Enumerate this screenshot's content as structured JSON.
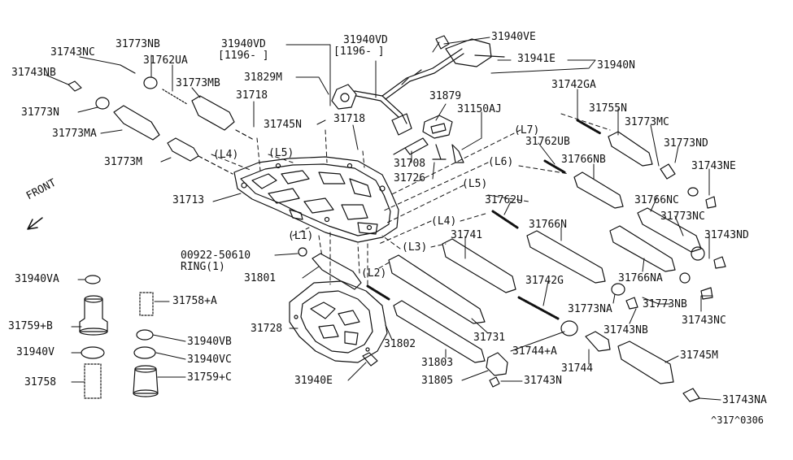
{
  "diagram": {
    "front_label": "FRONT",
    "catalog_code": "^317^0306",
    "parts": [
      {
        "id": "p1",
        "label": "31743NC"
      },
      {
        "id": "p2",
        "label": "31773NB"
      },
      {
        "id": "p3",
        "label": "31743NB"
      },
      {
        "id": "p4",
        "label": "31762UA"
      },
      {
        "id": "p5",
        "label": "31773MB"
      },
      {
        "id": "p6",
        "label": "31773N"
      },
      {
        "id": "p7",
        "label": "31773MA"
      },
      {
        "id": "p8",
        "label": "31773M"
      },
      {
        "id": "p9",
        "label": "31940VD"
      },
      {
        "id": "p10",
        "label": "[1196-     ]"
      },
      {
        "id": "p11",
        "label": "31940VD"
      },
      {
        "id": "p12",
        "label": "[1196-     ]"
      },
      {
        "id": "p13",
        "label": "31829M"
      },
      {
        "id": "p14",
        "label": "31718"
      },
      {
        "id": "p15",
        "label": "31745N"
      },
      {
        "id": "p16",
        "label": "31718"
      },
      {
        "id": "p17",
        "label": "31940VE"
      },
      {
        "id": "p18",
        "label": "31941E"
      },
      {
        "id": "p19",
        "label": "31940N"
      },
      {
        "id": "p20",
        "label": "31742GA"
      },
      {
        "id": "p21",
        "label": "31879"
      },
      {
        "id": "p22",
        "label": "31150AJ"
      },
      {
        "id": "p23",
        "label": "31755N"
      },
      {
        "id": "p24",
        "label": "31773MC"
      },
      {
        "id": "p25",
        "label": "31762UB"
      },
      {
        "id": "p26",
        "label": "31773ND"
      },
      {
        "id": "p27",
        "label": "31708"
      },
      {
        "id": "p28",
        "label": "31766NB"
      },
      {
        "id": "p29",
        "label": "31743NE"
      },
      {
        "id": "p30",
        "label": "31726"
      },
      {
        "id": "p31",
        "label": "31713"
      },
      {
        "id": "p32",
        "label": "31766NC"
      },
      {
        "id": "p33",
        "label": "31762U"
      },
      {
        "id": "p34",
        "label": "31773NC"
      },
      {
        "id": "p35",
        "label": "31766N"
      },
      {
        "id": "p36",
        "label": "31743ND"
      },
      {
        "id": "p37",
        "label": "31741"
      },
      {
        "id": "p38",
        "label": "00922-50610"
      },
      {
        "id": "p39",
        "label": "RING(1)"
      },
      {
        "id": "p40",
        "label": "31801"
      },
      {
        "id": "p41",
        "label": "31766NA"
      },
      {
        "id": "p42",
        "label": "31742G"
      },
      {
        "id": "p43",
        "label": "31940VA"
      },
      {
        "id": "p44",
        "label": "31758+A"
      },
      {
        "id": "p45",
        "label": "31773NA"
      },
      {
        "id": "p46",
        "label": "31773NB"
      },
      {
        "id": "p47",
        "label": "31759+B"
      },
      {
        "id": "p48",
        "label": "31728"
      },
      {
        "id": "p49",
        "label": "31743NB"
      },
      {
        "id": "p50",
        "label": "31743NC"
      },
      {
        "id": "p51",
        "label": "31940VB"
      },
      {
        "id": "p52",
        "label": "31731"
      },
      {
        "id": "p53",
        "label": "31940V"
      },
      {
        "id": "p54",
        "label": "31940VC"
      },
      {
        "id": "p55",
        "label": "31802"
      },
      {
        "id": "p56",
        "label": "31744+A"
      },
      {
        "id": "p57",
        "label": "31745M"
      },
      {
        "id": "p58",
        "label": "31803"
      },
      {
        "id": "p59",
        "label": "31758"
      },
      {
        "id": "p60",
        "label": "31759+C"
      },
      {
        "id": "p61",
        "label": "31744"
      },
      {
        "id": "p62",
        "label": "31940E"
      },
      {
        "id": "p63",
        "label": "31805"
      },
      {
        "id": "p64",
        "label": "31743N"
      },
      {
        "id": "p65",
        "label": "31743NA"
      }
    ],
    "bores": [
      {
        "id": "b1",
        "label": "(L7)"
      },
      {
        "id": "b2",
        "label": "(L6)"
      },
      {
        "id": "b3",
        "label": "(L5)"
      },
      {
        "id": "b4",
        "label": "(L4)"
      },
      {
        "id": "b5",
        "label": "(L3)"
      },
      {
        "id": "b6",
        "label": "(L2)"
      },
      {
        "id": "b7",
        "label": "(L1)"
      },
      {
        "id": "b8",
        "label": "(L5)"
      },
      {
        "id": "b9",
        "label": "(L4)"
      }
    ]
  }
}
